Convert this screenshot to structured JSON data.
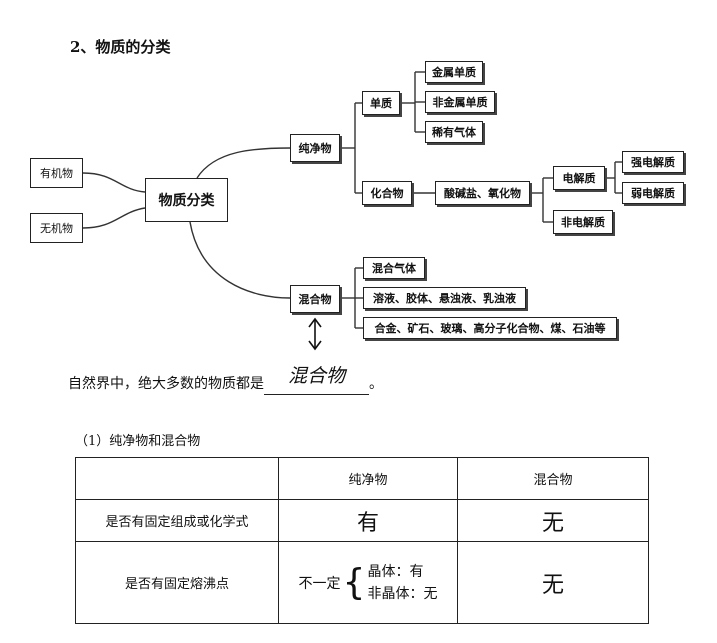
{
  "section_title": "2、物质的分类",
  "mindmap": {
    "center": "物质分类",
    "left": [
      "有机物",
      "无机物"
    ],
    "pure": "纯净物",
    "elemental": "单质",
    "elemental_items": [
      "金属单质",
      "非金属单质",
      "稀有气体"
    ],
    "compound": "化合物",
    "compound_sub": "酸碱盐、氧化物",
    "electrolyte": "电解质",
    "electrolyte_items": [
      "强电解质",
      "弱电解质"
    ],
    "non_electrolyte": "非电解质",
    "mixture": "混合物",
    "mixture_items": [
      "混合气体",
      "溶液、胶体、悬浊液、乳浊液",
      "合金、矿石、玻璃、高分子化合物、煤、石油等"
    ]
  },
  "statement": {
    "prefix": "自然界中，绝大多数的物质都是",
    "handwritten_answer": "混合物",
    "suffix": "。"
  },
  "subsection_title": "（1）纯净物和混合物",
  "table": {
    "headers": [
      "",
      "纯净物",
      "混合物"
    ],
    "rows": [
      {
        "label": "是否有固定组成或化学式",
        "pure": "有",
        "mixture": "无"
      },
      {
        "label": "是否有固定熔沸点",
        "pure_prefix": "不一定",
        "pure_line1": "晶体：有",
        "pure_line2": "非晶体：无",
        "mixture": "无"
      }
    ]
  }
}
